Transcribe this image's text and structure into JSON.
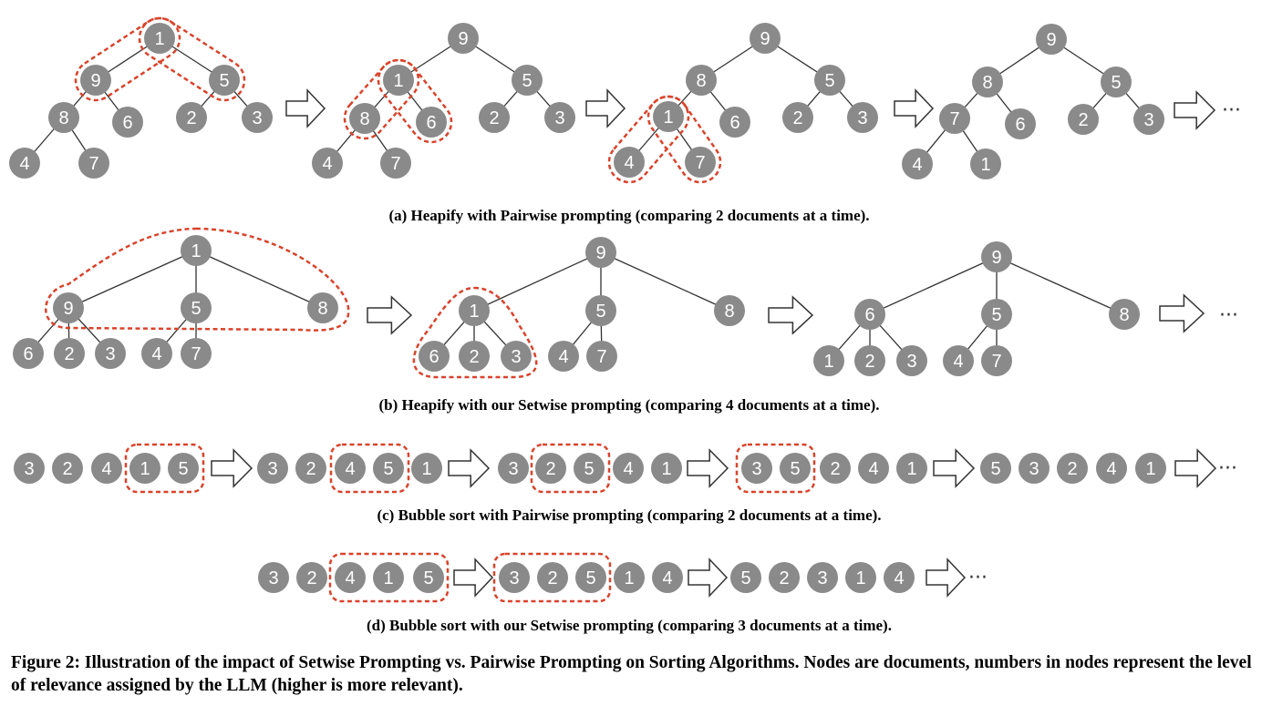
{
  "panels": {
    "a": {
      "caption": "(a) Heapify with Pairwise prompting (comparing 2 documents at a time).",
      "trees": [
        [
          "1",
          "9",
          "5",
          "8",
          "6",
          "2",
          "3",
          "4",
          "7"
        ],
        [
          "9",
          "1",
          "5",
          "8",
          "6",
          "2",
          "3",
          "4",
          "7"
        ],
        [
          "9",
          "8",
          "5",
          "1",
          "6",
          "2",
          "3",
          "4",
          "7"
        ],
        [
          "9",
          "8",
          "5",
          "7",
          "6",
          "2",
          "3",
          "4",
          "1"
        ]
      ]
    },
    "b": {
      "caption": "(b) Heapify with our Setwise prompting (comparing 4 documents at a time).",
      "trees": [
        [
          "1",
          "9",
          "5",
          "8",
          "6",
          "2",
          "3",
          "4",
          "7"
        ],
        [
          "9",
          "1",
          "5",
          "8",
          "6",
          "2",
          "3",
          "4",
          "7"
        ],
        [
          "9",
          "6",
          "5",
          "8",
          "1",
          "2",
          "3",
          "4",
          "7"
        ]
      ]
    },
    "c": {
      "caption": "(c) Bubble sort with Pairwise prompting (comparing 2 documents at a time).",
      "sequences": [
        [
          "3",
          "2",
          "4",
          "1",
          "5"
        ],
        [
          "3",
          "2",
          "4",
          "5",
          "1"
        ],
        [
          "3",
          "2",
          "5",
          "4",
          "1"
        ],
        [
          "3",
          "5",
          "2",
          "4",
          "1"
        ],
        [
          "5",
          "3",
          "2",
          "4",
          "1"
        ]
      ]
    },
    "d": {
      "caption": "(d) Bubble sort with our Setwise prompting (comparing 3 documents at a time).",
      "sequences": [
        [
          "3",
          "2",
          "4",
          "1",
          "5"
        ],
        [
          "3",
          "2",
          "5",
          "1",
          "4"
        ],
        [
          "5",
          "2",
          "3",
          "1",
          "4"
        ]
      ]
    }
  },
  "ellipsis": "···",
  "figure_caption": "Figure 2: Illustration of the impact of Setwise Prompting vs. Pairwise Prompting on Sorting Algorithms. Nodes are documents, numbers in nodes represent the level of relevance assigned by the LLM (higher is more relevant).",
  "colors": {
    "node_fill": "#8a8a8a",
    "node_text": "#ffffff",
    "highlight_dash": "#d9432b",
    "edge": "#333333",
    "arrow_stroke": "#333333"
  }
}
